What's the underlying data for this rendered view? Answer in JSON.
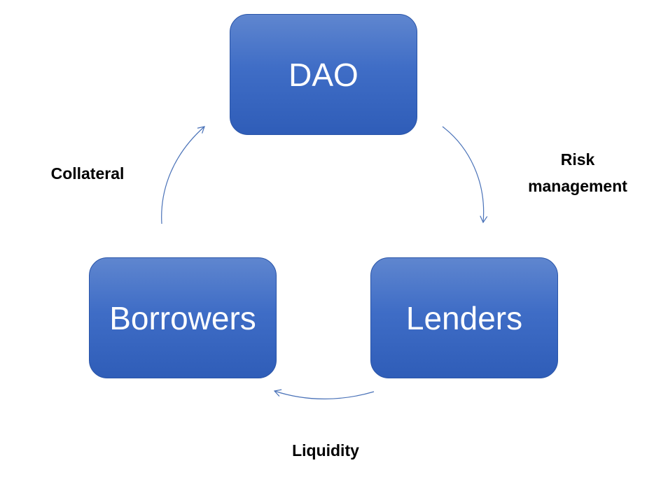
{
  "nodes": {
    "dao": "DAO",
    "borrowers": "Borrowers",
    "lenders": "Lenders"
  },
  "edges": {
    "collateral": "Collateral",
    "risk_line1": "Risk",
    "risk_line2": "management",
    "liquidity": "Liquidity"
  },
  "colors": {
    "node_fill": "#4472c4",
    "node_text": "#ffffff",
    "arrow": "#4a72b8",
    "label_text": "#000000"
  }
}
